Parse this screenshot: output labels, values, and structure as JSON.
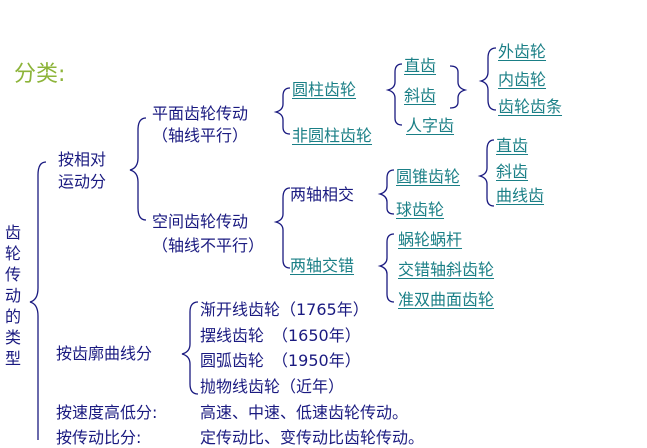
{
  "title": "分类:",
  "root": "齿轮传动的类型",
  "rel": {
    "label_line1": "按相对",
    "label_line2": "运动分",
    "planar": {
      "line1": "平面齿轮传动",
      "line2": "（轴线平行）",
      "cylindrical": "圆柱齿轮",
      "non_cylindrical": "非圆柱齿轮",
      "teeth": [
        "直齿",
        "斜齿",
        "人字齿"
      ],
      "gear_types": [
        "外齿轮",
        "内齿轮",
        "齿轮齿条"
      ]
    },
    "spatial": {
      "line1": "空间齿轮传动",
      "line2": "（轴线不平行）",
      "intersect": "两轴相交",
      "bevel": "圆锥齿轮",
      "ball": "球齿轮",
      "bevel_teeth": [
        "直齿",
        "斜齿",
        "曲线齿"
      ],
      "cross": "两轴交错",
      "cross_items": [
        "蜗轮蜗杆",
        "交错轴斜齿轮",
        "准双曲面齿轮"
      ]
    }
  },
  "profile": {
    "label": "按齿廓曲线分",
    "items": [
      "渐开线齿轮（1765年）",
      "摆线齿轮　（1650年）",
      "圆弧齿轮　（1950年）",
      "抛物线齿轮（近年）"
    ]
  },
  "speed": {
    "label": "按速度高低分:",
    "value": "高速、中速、低速齿轮传动。"
  },
  "ratio": {
    "label": "按传动比分:",
    "value": "定传动比、变传动比齿轮传动。"
  }
}
